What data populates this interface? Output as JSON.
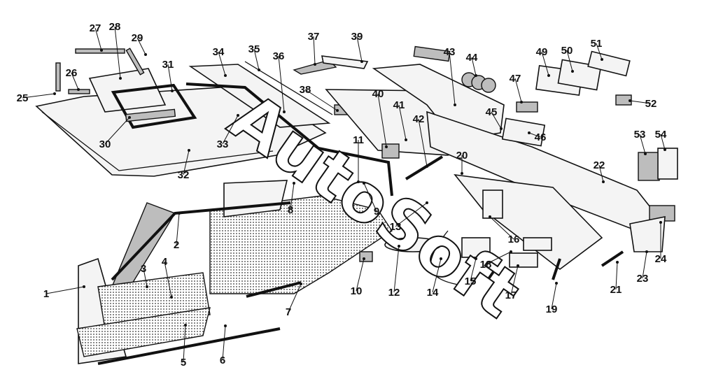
{
  "diagram": {
    "watermark": "AutoSoft",
    "callouts": [
      "1",
      "2",
      "3",
      "4",
      "5",
      "6",
      "7",
      "8",
      "9",
      "10",
      "11",
      "12",
      "13",
      "14",
      "15",
      "16",
      "17",
      "18",
      "19",
      "20",
      "21",
      "22",
      "23",
      "24",
      "25",
      "26",
      "27",
      "28",
      "29",
      "30",
      "31",
      "32",
      "33",
      "34",
      "35",
      "36",
      "37",
      "38",
      "39",
      "40",
      "41",
      "42",
      "43",
      "44",
      "45",
      "46",
      "47",
      "49",
      "50",
      "51",
      "52",
      "53",
      "54"
    ]
  }
}
